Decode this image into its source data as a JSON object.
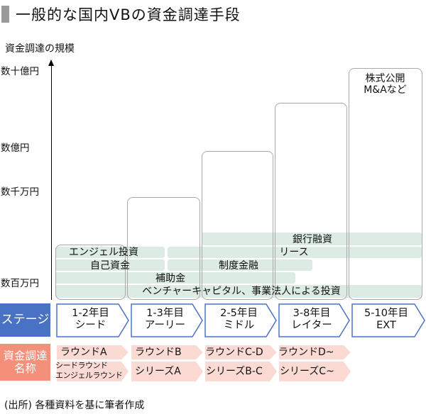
{
  "title": "一般的な国内VBの資金調達手段",
  "y_axis": {
    "label": "資金調達の規模",
    "ticks": [
      "数十億円",
      "数億円",
      "数千万円",
      "数百万円"
    ]
  },
  "exit_label_line1": "株式公開",
  "exit_label_line2": "M&Aなど",
  "funding_sources": {
    "bank_loan": "銀行融資",
    "angel": "エンジェル投資",
    "lease": "リース",
    "own_funds": "自己資金",
    "public_finance": "制度金融",
    "subsidy": "補助金",
    "vc": "ベンチャーキャピタル、事業法人による投資"
  },
  "stage_row": {
    "label": "ステージ",
    "stages": [
      {
        "years": "1-2年目",
        "name": "シード"
      },
      {
        "years": "1-3年目",
        "name": "アーリー"
      },
      {
        "years": "2-5年目",
        "name": "ミドル"
      },
      {
        "years": "3-8年目",
        "name": "レイター"
      },
      {
        "years": "5-10年目",
        "name": "EXT"
      }
    ]
  },
  "round_row": {
    "label_line1": "資金調達",
    "label_line2": "名称",
    "rounds": [
      "ラウンドA",
      "ラウンドB",
      "ラウンドC-D",
      "ラウンドD~"
    ],
    "series": [
      "シリーズA",
      "シリーズB-C",
      "シリーズC~"
    ],
    "seed_line1": "シードラウンド",
    "seed_line2": "エンジェルラウンド"
  },
  "footer": "(出所) 各種資料を基に筆者作成",
  "colors": {
    "stage_blue": "#4a72c4",
    "round_salmon": "#f4907a",
    "round_pink": "#fbdad4",
    "bar_green": "#dcebe3"
  }
}
